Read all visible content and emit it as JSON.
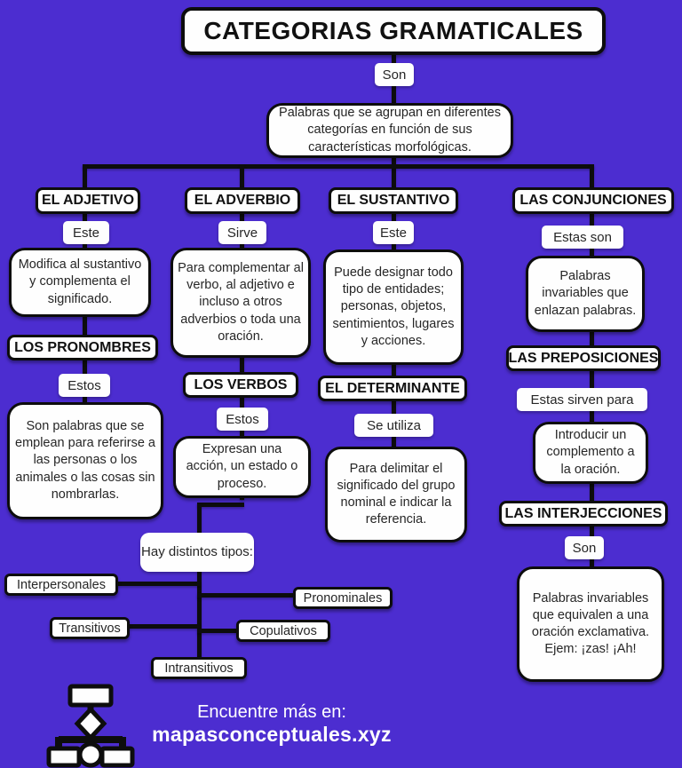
{
  "title": "CATEGORIAS GRAMATICALES",
  "root": {
    "connector": "Son",
    "description": "Palabras que se agrupan en diferentes categorías en función de sus características morfológicas."
  },
  "adjetivo": {
    "header": "EL ADJETIVO",
    "connector": "Este",
    "description": "Modifica al sustantivo y complementa el significado."
  },
  "pronombres": {
    "header": "LOS PRONOMBRES",
    "connector": "Estos",
    "description": "Son palabras que se emplean para referirse a las personas o los animales o las cosas sin nombrarlas."
  },
  "adverbio": {
    "header": "EL ADVERBIO",
    "connector": "Sirve",
    "description": "Para complementar al verbo, al adjetivo e incluso a otros adverbios o toda una oración."
  },
  "verbos": {
    "header": "LOS VERBOS",
    "connector": "Estos",
    "description": "Expresan una acción, un estado o proceso.",
    "types_label": "Hay distintos tipos:",
    "types": [
      "Interpersonales",
      "Pronominales",
      "Transitivos",
      "Copulativos",
      "Intransitivos"
    ]
  },
  "sustantivo": {
    "header": "EL SUSTANTIVO",
    "connector": "Este",
    "description": "Puede designar todo tipo de entidades; personas, objetos, sentimientos, lugares y acciones."
  },
  "determinante": {
    "header": "EL DETERMINANTE",
    "connector": "Se utiliza",
    "description": "Para delimitar el significado del grupo nominal e indicar la referencia."
  },
  "conjunciones": {
    "header": "LAS CONJUNCIONES",
    "connector": "Estas son",
    "description": "Palabras invariables que enlazan palabras."
  },
  "preposiciones": {
    "header": "LAS PREPOSICIONES",
    "connector": "Estas sirven para",
    "description": "Introducir un complemento a la oración."
  },
  "interjecciones": {
    "header": "LAS INTERJECCIONES",
    "connector": "Son",
    "description": "Palabras invariables que equivalen a una oración exclamativa. Ejem: ¡zas! ¡Ah!"
  },
  "footer": {
    "line1": "Encuentre más en:",
    "line2": "mapasconceptuales.xyz"
  },
  "colors": {
    "background": "#4c2dd0",
    "box_background": "#fefefe",
    "line_and_border": "#0d0d0d",
    "text": "#262626",
    "footer_text": "#ffffff"
  }
}
